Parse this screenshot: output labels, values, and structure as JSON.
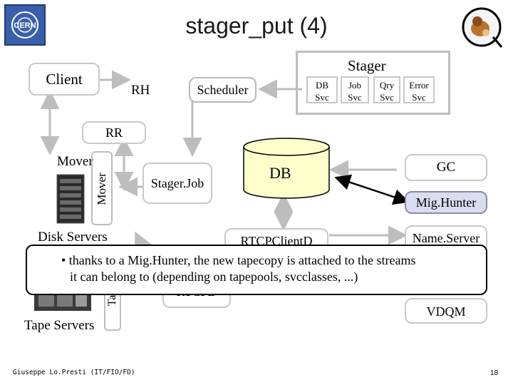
{
  "title": "stager_put (4)",
  "logos": {
    "left": "CERN",
    "right": "castor-logo"
  },
  "components": {
    "stager": "Stager",
    "client": "Client",
    "rh": "RH",
    "scheduler": "Scheduler",
    "db_svc": [
      "DB",
      "Svc"
    ],
    "job_svc": [
      "Job",
      "Svc"
    ],
    "qry_svc": [
      "Qry",
      "Svc"
    ],
    "error_svc": [
      "Error",
      "Svc"
    ],
    "rr": "RR",
    "mover": "Mover",
    "mover_vertical": "Mover",
    "stager_job": "Stager.Job",
    "db": "DB",
    "gc": "GC",
    "mig_hunter": "Mig.Hunter",
    "disk_servers": "Disk Servers",
    "rtcp_client": "RTCPClientD",
    "name_server": "Name.Server",
    "rtcpd": "RTCPD",
    "tape_daemon": "TapeD",
    "tape_servers": "Tape Servers",
    "vdqm": "VDQM"
  },
  "callout": {
    "line1": "• thanks to a Mig.Hunter, the new tapecopy is attached to the streams",
    "line2": "it can belong to (depending on tapepools, svcclasses, ...)"
  },
  "footer": {
    "author": "Giuseppe Lo.Presti (IT/FIO/FD)",
    "page": "18"
  },
  "colors": {
    "db_fill": "#ffffcc",
    "mig_hunter_fill": "#dcdcf0",
    "arrow": "#bdbdbd",
    "highlight_arrow": "#000000"
  }
}
